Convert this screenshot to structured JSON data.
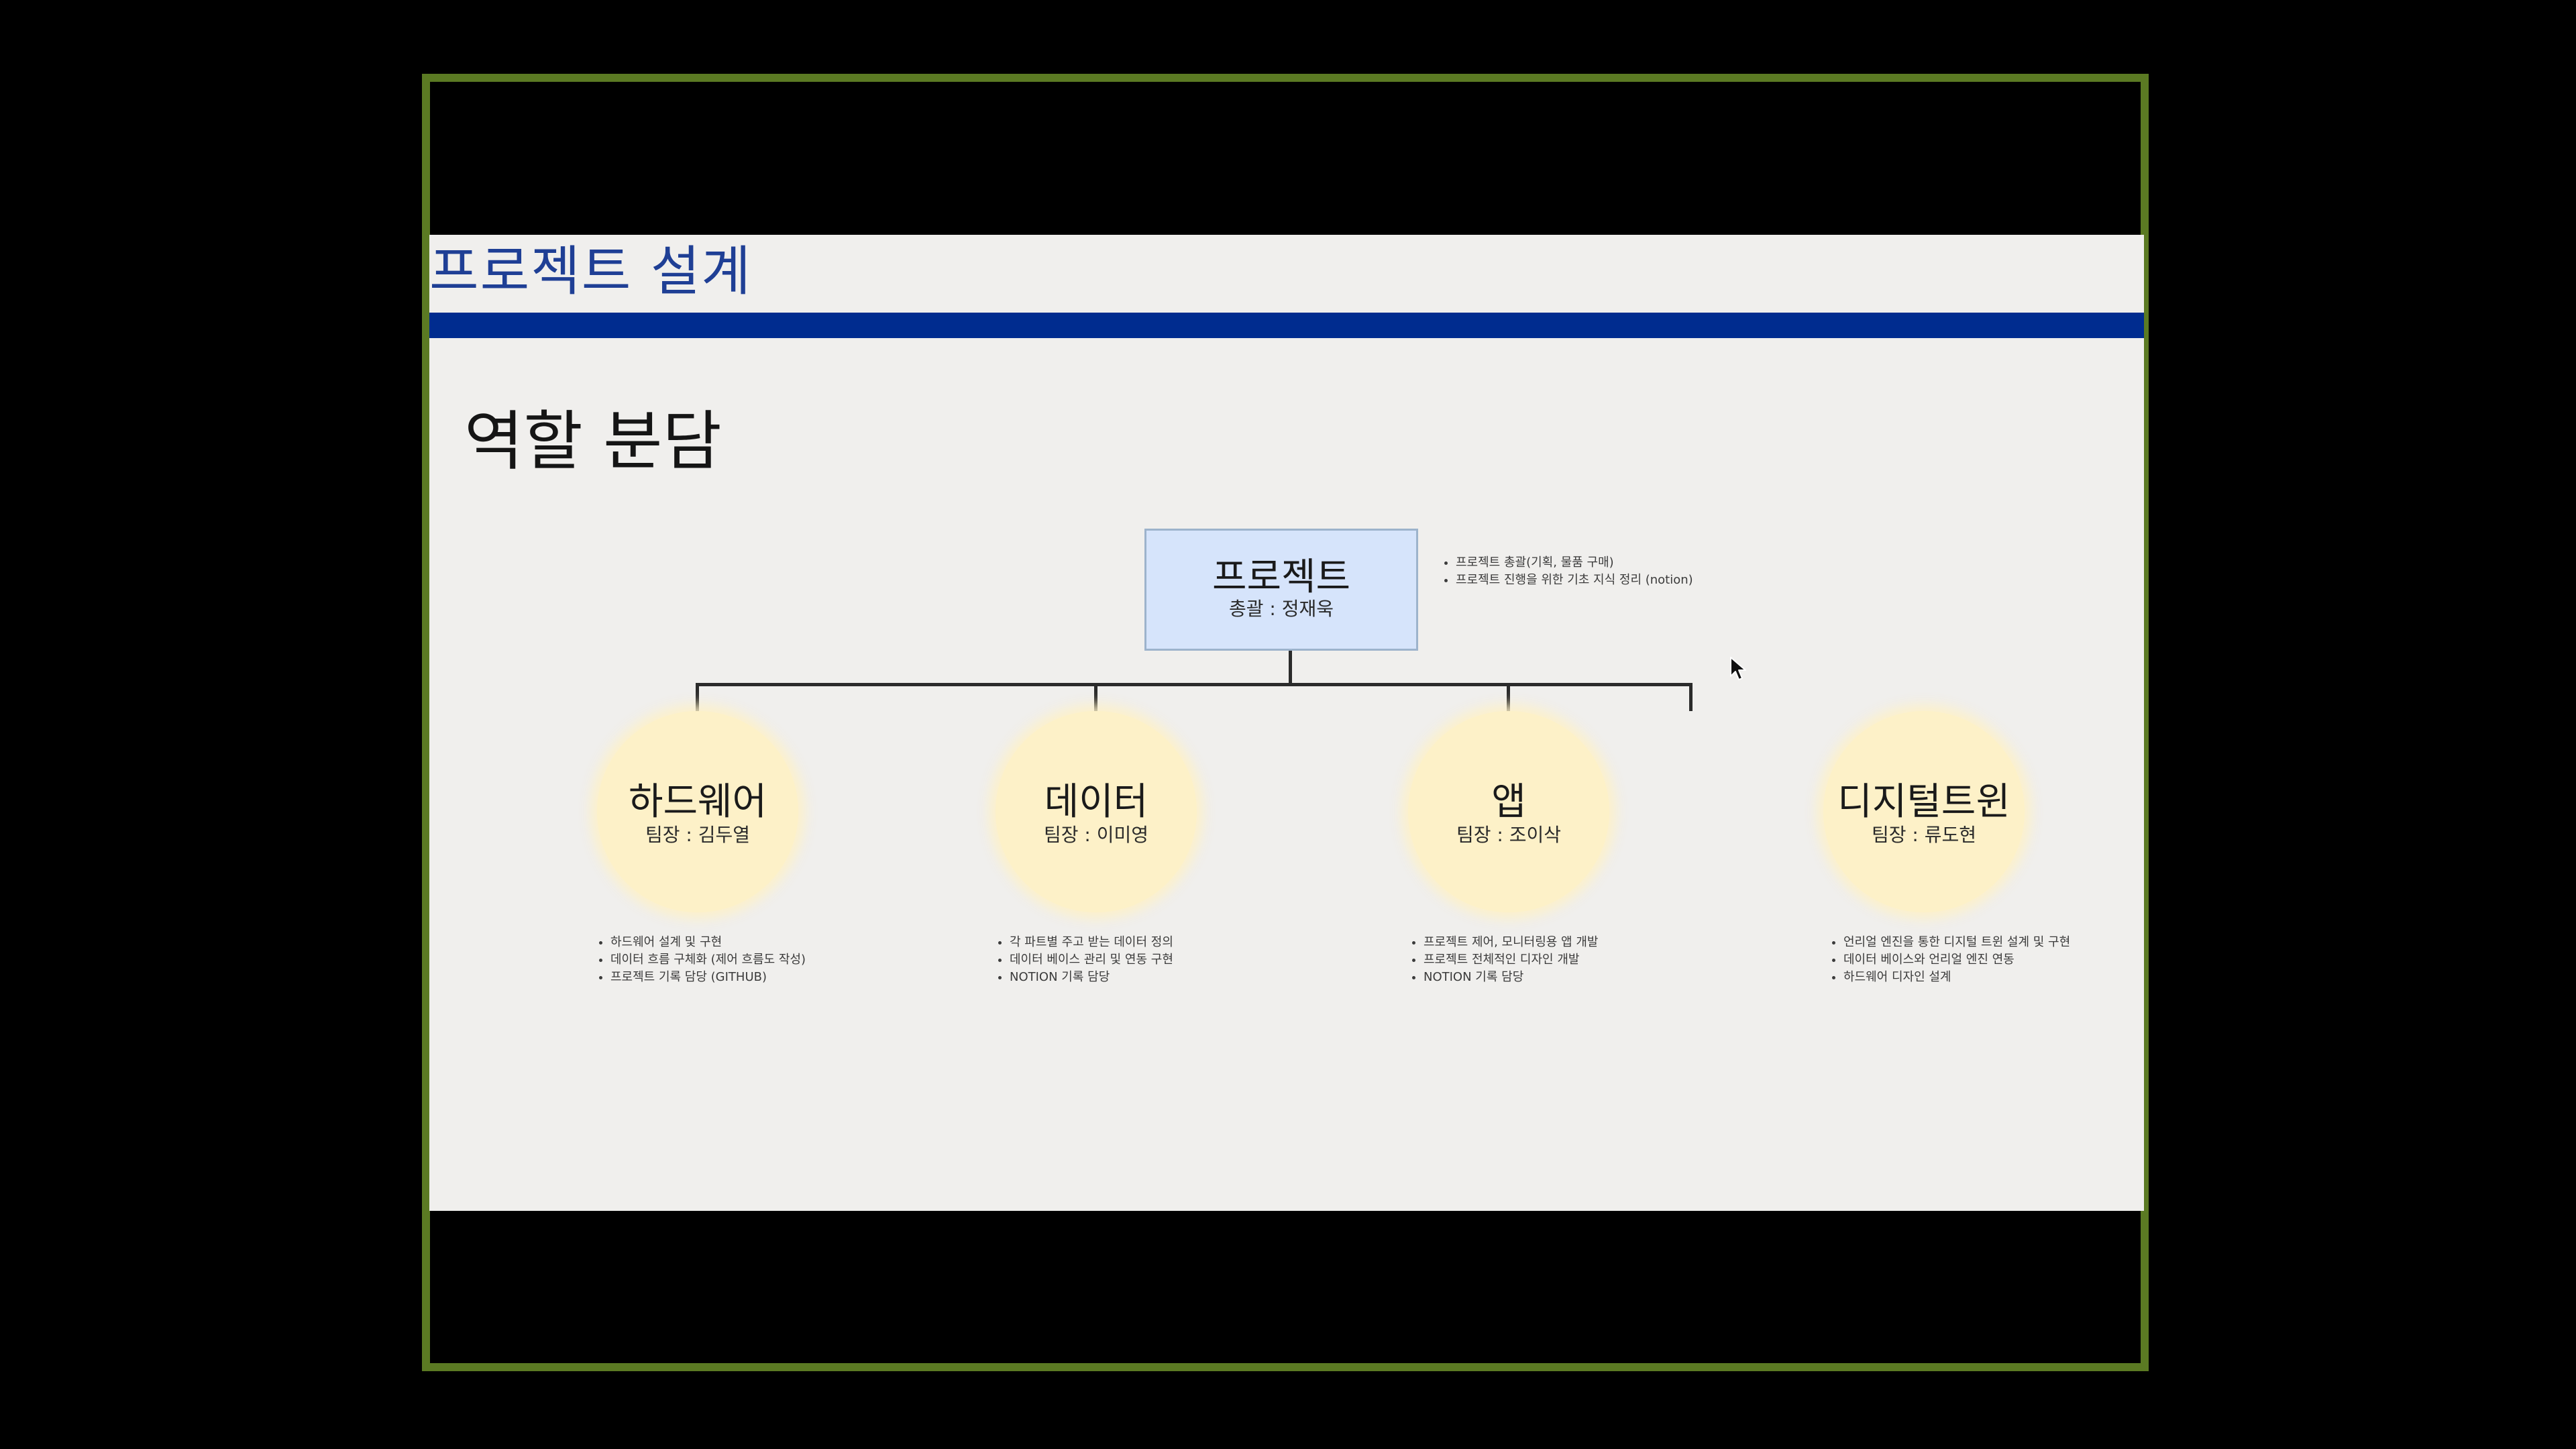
{
  "slide": {
    "header_title": "프로젝트 설계",
    "heading": "역할 분담"
  },
  "org_chart": {
    "root": {
      "title": "프로젝트",
      "lead": "총괄 : 정재욱",
      "notes": [
        "프로젝트 총괄(기획, 물품 구매)",
        "프로젝트 진행을 위한 기초 지식 정리 (notion)"
      ]
    },
    "teams": [
      {
        "title": "하드웨어",
        "lead": "팀장 : 김두열",
        "notes": [
          "하드웨어 설계 및 구현",
          "데이터 흐름 구체화 (제어 흐름도 작성)",
          "프로젝트 기록 담당 (GITHUB)"
        ]
      },
      {
        "title": "데이터",
        "lead": "팀장 : 이미영",
        "notes": [
          "각 파트별 주고 받는 데이터 정의",
          "데이터 베이스 관리 및 연동 구현",
          "NOTION 기록 담당"
        ]
      },
      {
        "title": "앱",
        "lead": "팀장 : 조이삭",
        "notes": [
          "프로젝트 제어, 모니터링용 앱 개발",
          "프로젝트 전체적인 디자인 개발",
          "NOTION 기록 담당"
        ]
      },
      {
        "title": "디지털트윈",
        "lead": "팀장 : 류도현",
        "notes": [
          "언리얼 엔진을 통한 디지털 트윈 설계 및 구현",
          "데이터 베이스와 언리얼 엔진 연동",
          "하드웨어 디자인 설계"
        ]
      }
    ]
  },
  "colors": {
    "frame_border": "#5b7a23",
    "header_bar": "#002c8f",
    "header_title": "#1f3f95",
    "root_fill": "#d6e4fb",
    "node_fill": "#fdf1c8"
  },
  "icons": {
    "cursor": "mouse-pointer-icon"
  }
}
